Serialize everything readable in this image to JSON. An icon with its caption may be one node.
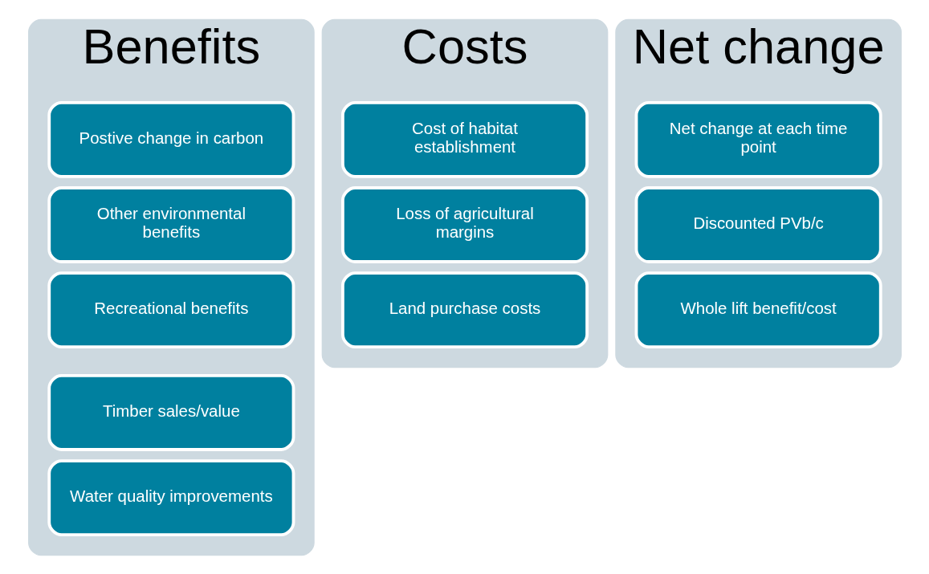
{
  "diagram": {
    "nodes": [
      {
        "text": [
          "Benefits"
        ]
      },
      {
        "text": [
          "Postive change in carbon"
        ],
        "in": 0
      },
      {
        "text": [
          "Other environmental benefits"
        ],
        "in": 0
      },
      {
        "text": [
          "Recreational benefits"
        ],
        "in": 0
      },
      {
        "text": [
          "Timber sales/value"
        ],
        "in": 0
      },
      {
        "text": [
          "Water quality improvements"
        ],
        "in": 0
      },
      {
        "text": [
          "Costs"
        ]
      },
      {
        "text": [
          "Cost of habitat establishment"
        ],
        "in": 6
      },
      {
        "text": [
          "Loss of agricultural margins"
        ],
        "in": 6
      },
      {
        "text": [
          "Land purchase costs"
        ],
        "in": 6
      },
      {
        "text": [
          "Net change"
        ]
      },
      {
        "text": [
          "Net change at each time point"
        ],
        "in": 10
      },
      {
        "text": [
          "Discounted PVb/c"
        ],
        "in": 10
      },
      {
        "text": [
          "Whole lift benefit/cost"
        ],
        "in": 10
      }
    ],
    "edges": []
  }
}
